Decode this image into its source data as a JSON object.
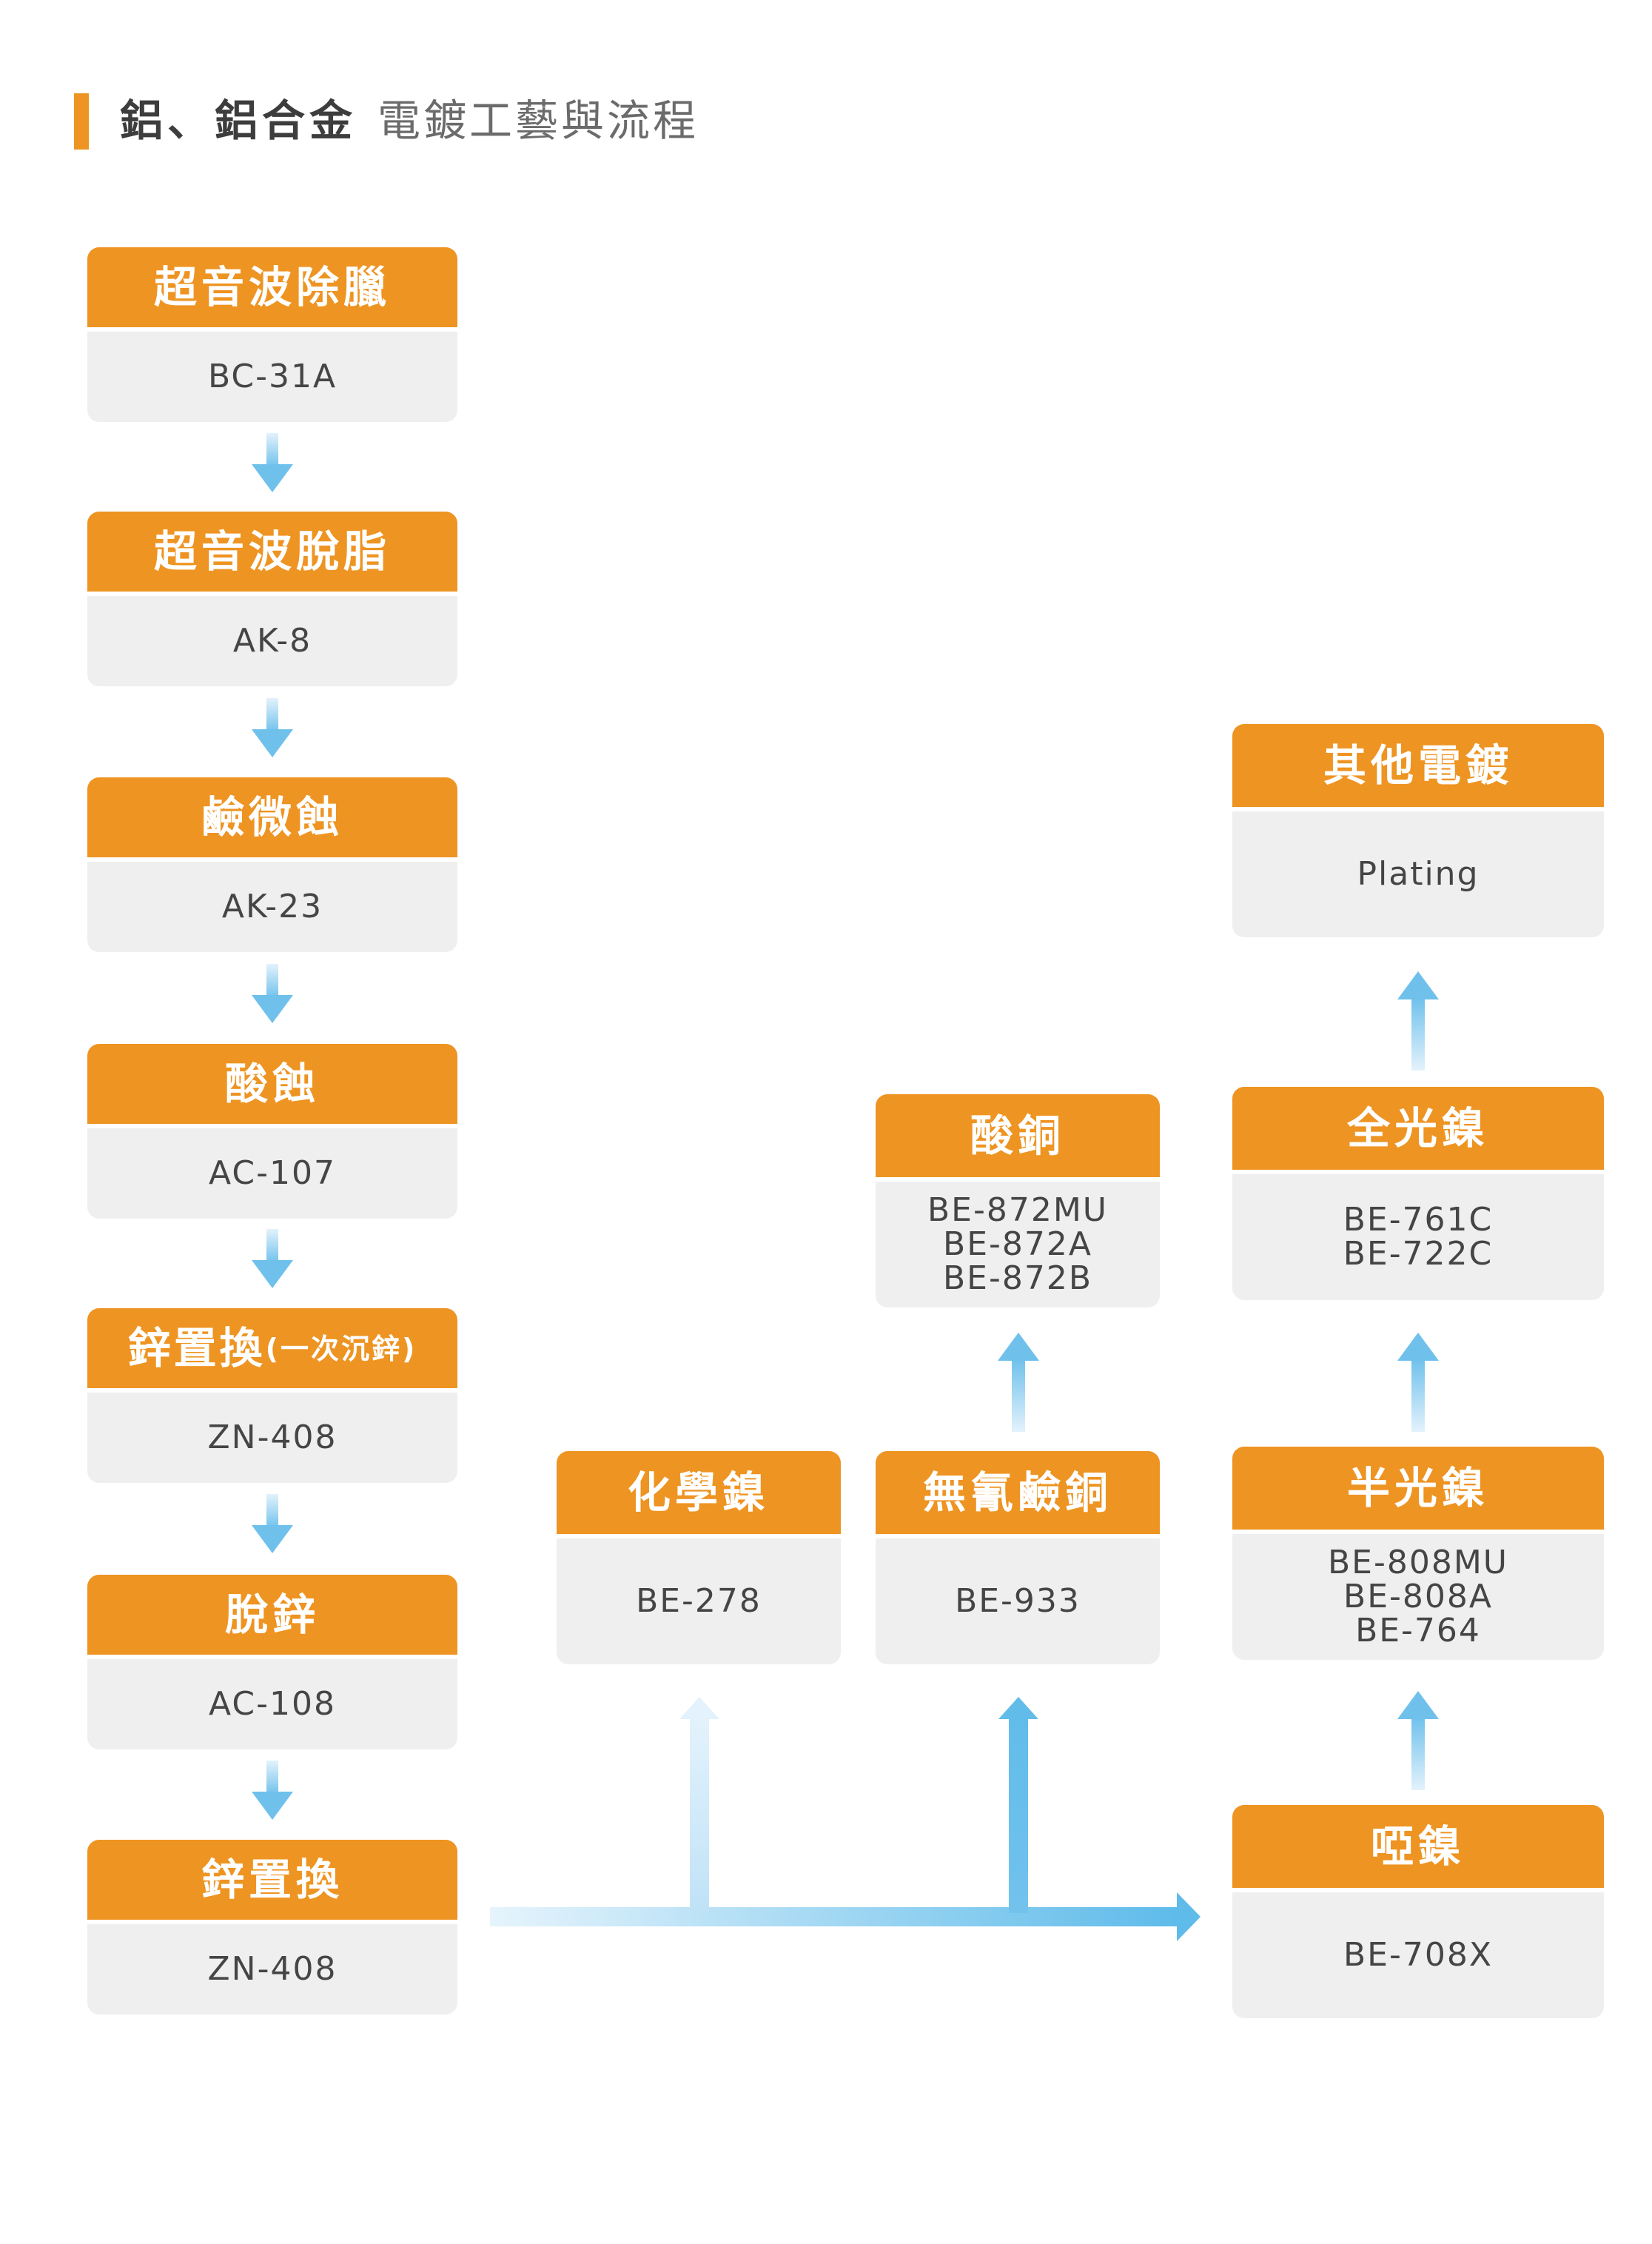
{
  "header": {
    "title_main": "鋁、鋁合金",
    "title_sub": "電鍍工藝與流程"
  },
  "colors": {
    "accent": "#ee9422",
    "box_body": "#efefef",
    "arrow_light": "#d9eefb",
    "arrow_dark": "#5ebbea"
  },
  "steps": {
    "ultrasonic_dewax": {
      "title": "超音波除臘",
      "codes": [
        "BC-31A"
      ]
    },
    "ultrasonic_degrease": {
      "title": "超音波脫脂",
      "codes": [
        "AK-8"
      ]
    },
    "alkaline_micro_etch": {
      "title": "鹼微蝕",
      "codes": [
        "AK-23"
      ]
    },
    "acid_etch": {
      "title": "酸蝕",
      "codes": [
        "AC-107"
      ]
    },
    "zinc_immersion_1": {
      "title": "鋅置換",
      "title_note": "(一次沉鋅)",
      "codes": [
        "ZN-408"
      ]
    },
    "dezinc": {
      "title": "脫鋅",
      "codes": [
        "AC-108"
      ]
    },
    "zinc_immersion_2": {
      "title": "鋅置換",
      "codes": [
        "ZN-408"
      ]
    },
    "electroless_nickel": {
      "title": "化學鎳",
      "codes": [
        "BE-278"
      ]
    },
    "cyanide_free_alkaline_copper": {
      "title": "無氰鹼銅",
      "codes": [
        "BE-933"
      ]
    },
    "acid_copper": {
      "title": "酸銅",
      "codes": [
        "BE-872MU",
        "BE-872A",
        "BE-872B"
      ]
    },
    "matte_nickel": {
      "title": "啞鎳",
      "codes": [
        "BE-708X"
      ]
    },
    "semi_bright_nickel": {
      "title": "半光鎳",
      "codes": [
        "BE-808MU",
        "BE-808A",
        "BE-764"
      ]
    },
    "bright_nickel": {
      "title": "全光鎳",
      "codes": [
        "BE-761C",
        "BE-722C"
      ]
    },
    "other_plating": {
      "title": "其他電鍍",
      "codes": [
        "Plating"
      ]
    }
  }
}
